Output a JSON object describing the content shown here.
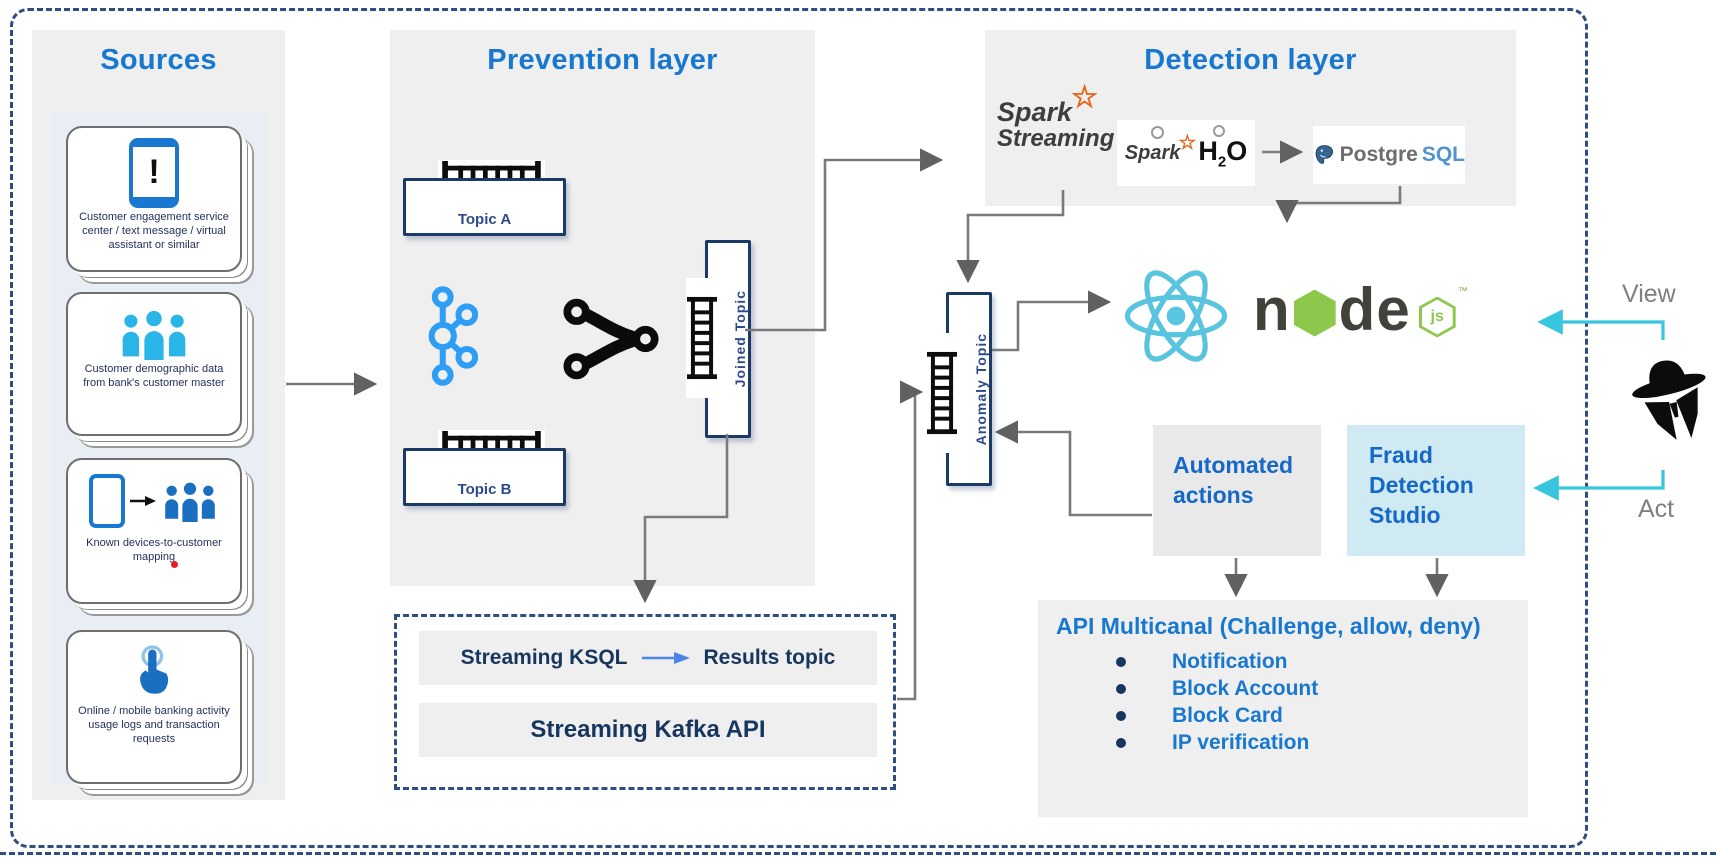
{
  "colors": {
    "accent_blue": "#1878cf",
    "navy": "#17365d",
    "panel_gray": "#efefef",
    "cyan_arrow": "#38c5de",
    "node_green": "#8cc84b",
    "react_blue": "#59c4e0",
    "spark_orange": "#e8641a",
    "postgres_blue": "#4f94cd",
    "arrow_gray": "#6f6f6f"
  },
  "sources": {
    "title": "Sources",
    "cards": [
      {
        "icon": "phone-alert-icon",
        "label": "Customer engagement service center / text message / virtual assistant or similar"
      },
      {
        "icon": "people-icon",
        "label": "Customer demographic data from bank's customer master"
      },
      {
        "icon": "device-to-people-icon",
        "label": "Known devices-to-customer mapping"
      },
      {
        "icon": "touch-icon",
        "label": "Online / mobile banking activity usage logs and transaction requests"
      }
    ]
  },
  "prevention": {
    "title": "Prevention layer",
    "topic_a_label": "Topic A",
    "topic_b_label": "Topic B",
    "joined_topic_label": "Joined Topic"
  },
  "ksql_box": {
    "streaming_ksql": "Streaming KSQL",
    "results_topic": "Results topic",
    "streaming_kafka_api": "Streaming Kafka API"
  },
  "detection": {
    "title": "Detection layer",
    "spark_line1": "Spark",
    "spark_line2": "Streaming",
    "spark_star": "☆",
    "h2o_spark": "Spark",
    "h2o_h": "H",
    "h2o_sub": "2",
    "h2o_o": "O",
    "postgre": "Postgre",
    "sql": "SQL"
  },
  "anomaly_topic_label": "Anomaly Topic",
  "node_logo": {
    "n": "n",
    "d": "d",
    "e": "e",
    "js": "js",
    "tm": "™"
  },
  "automated_actions_label": "Automated actions",
  "fraud_studio_label": "Fraud Detection Studio",
  "api_multicanal": {
    "title": "API Multicanal (Challenge, allow, deny)",
    "items": [
      "Notification",
      "Block Account",
      "Block Card",
      "IP verification"
    ]
  },
  "side_labels": {
    "view": "View",
    "act": "Act"
  }
}
